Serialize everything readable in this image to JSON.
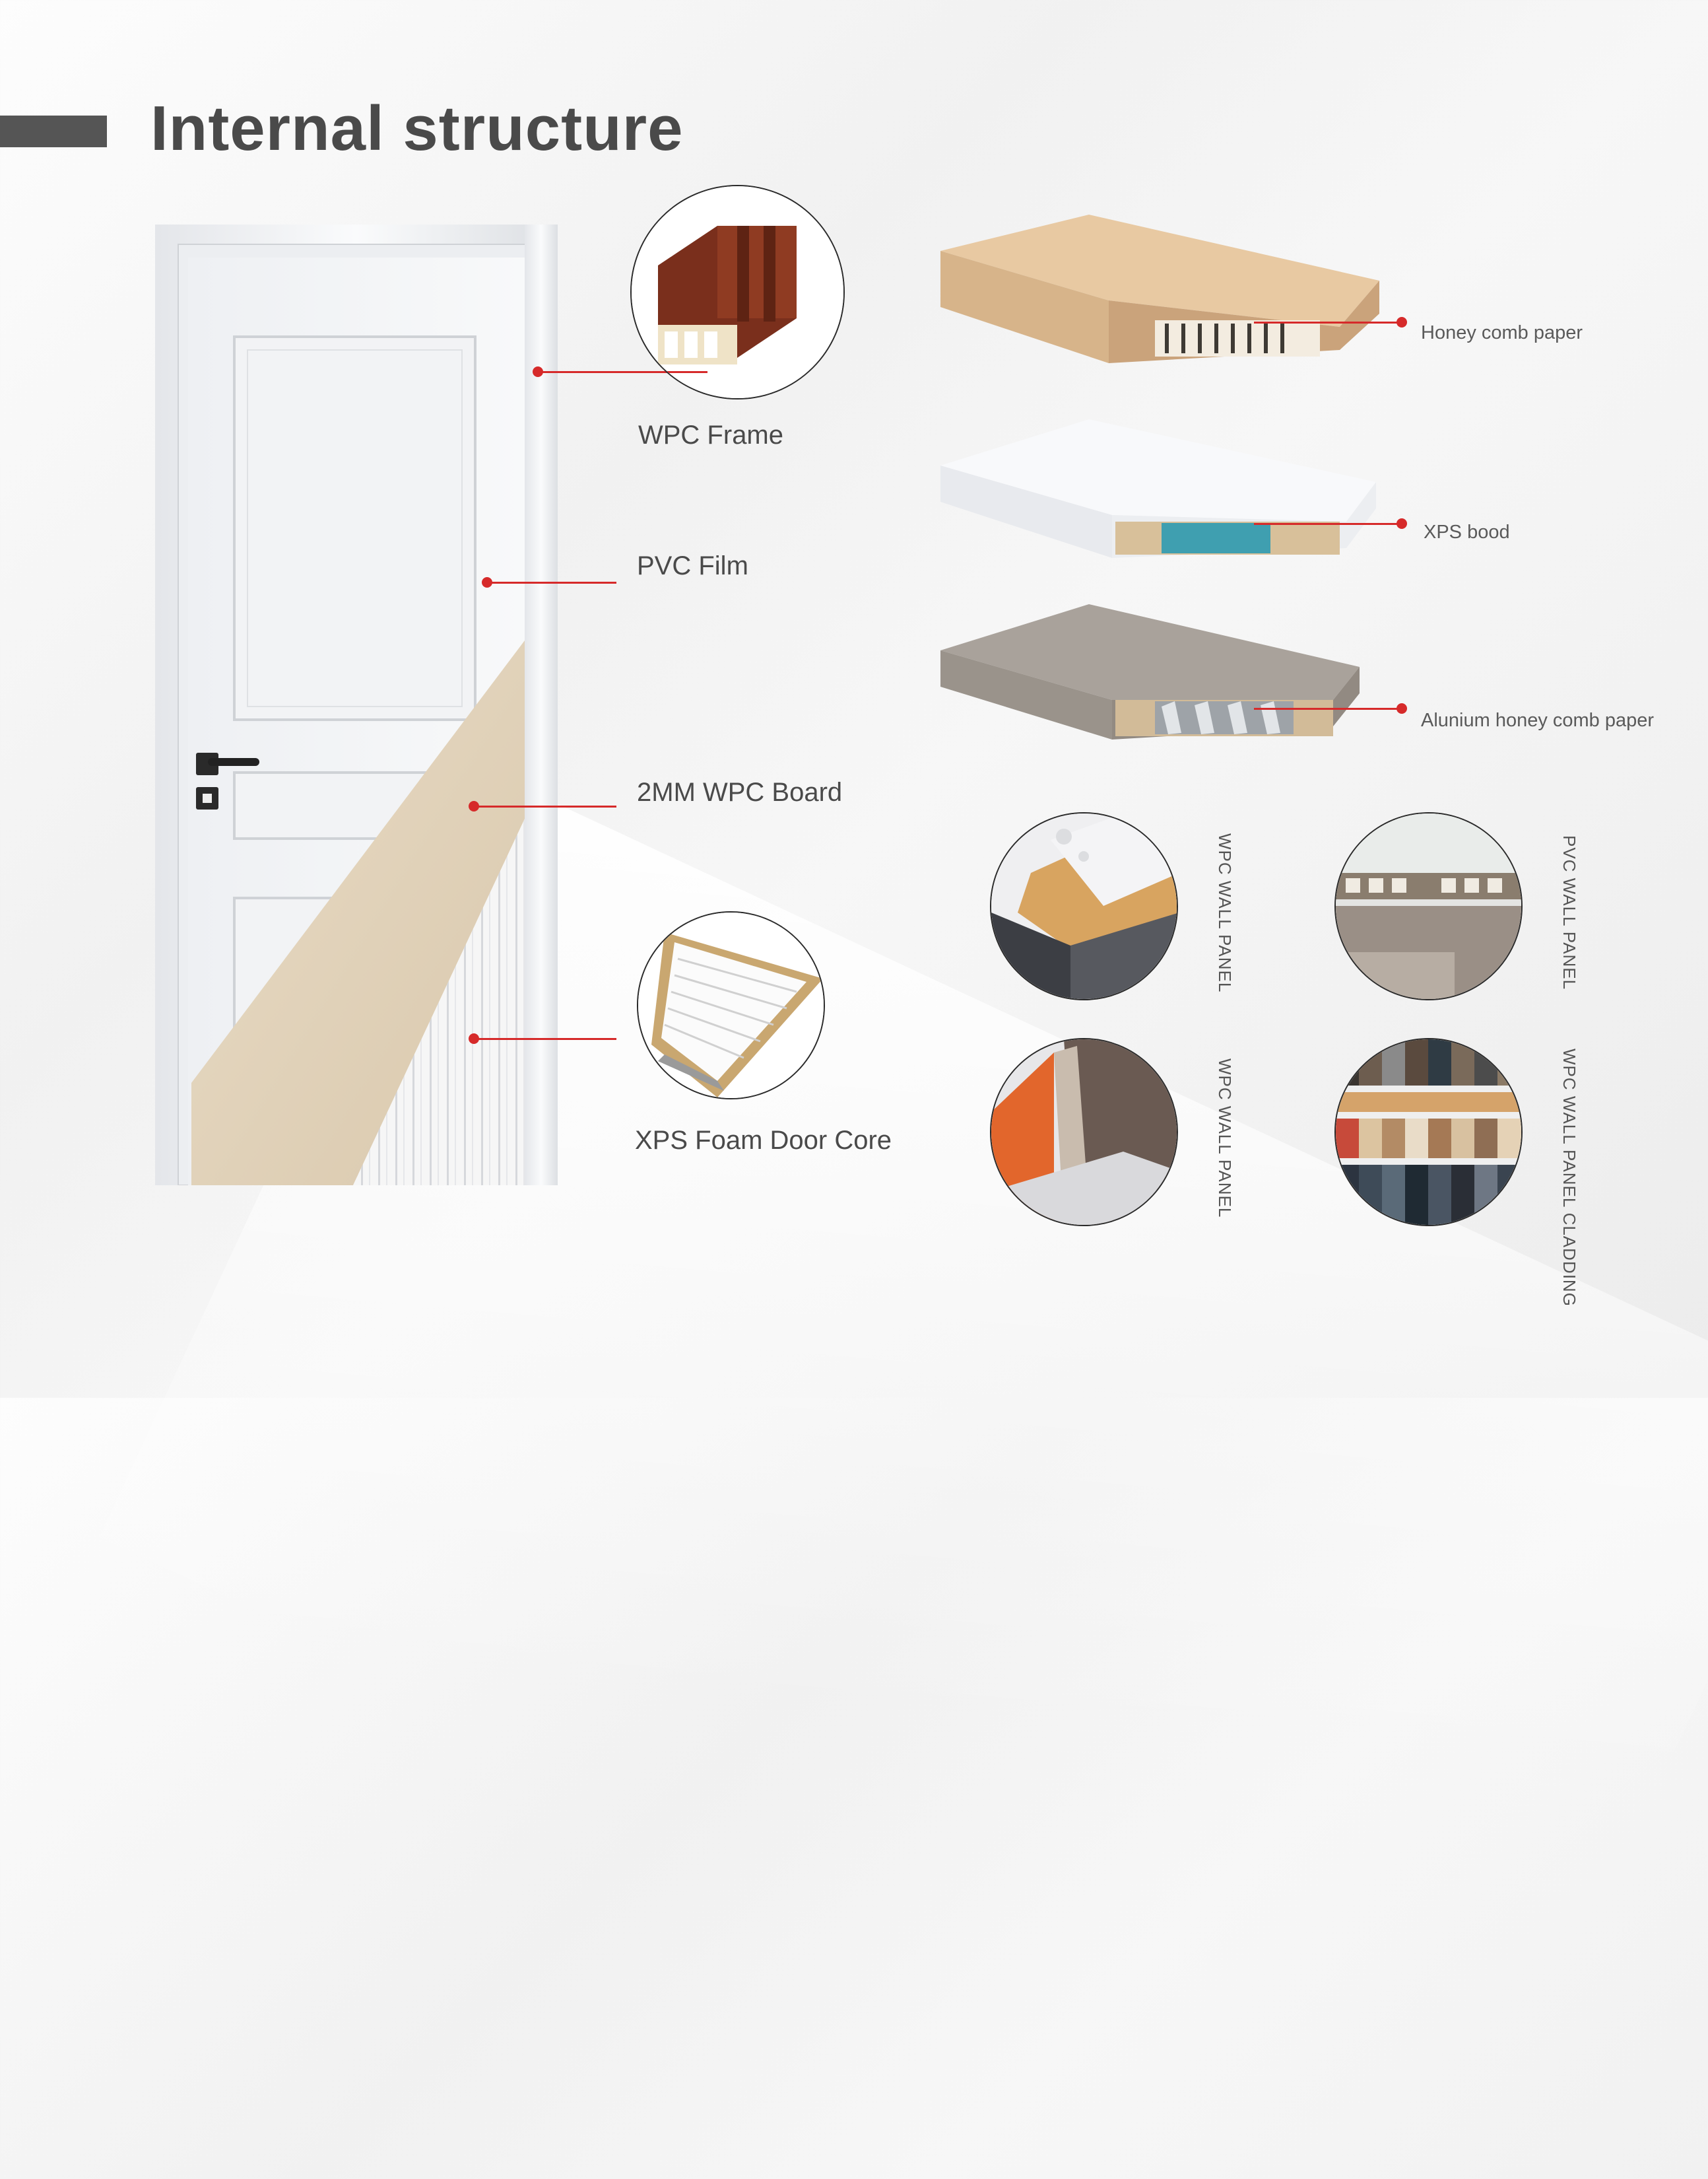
{
  "title": "Internal structure",
  "door_labels": {
    "wpc_frame": "WPC Frame",
    "pvc_film": "PVC Film",
    "wpc_board": "2MM WPC Board",
    "xps_core": "XPS Foam Door Core"
  },
  "slab_labels": {
    "honeycomb": "Honey comb paper",
    "xps": "XPS bood",
    "aluminium": "Alunium honey comb paper"
  },
  "panel_labels": {
    "p1": "WPC WALL PANEL",
    "p2": "PVC WALL PANEL",
    "p3": "WPC WALL PANEL",
    "p4": "WPC WALL PANEL CLADDING"
  },
  "colors": {
    "accent_red": "#d62a2a",
    "title_gray": "#4a4a4a",
    "bar_gray": "#555555"
  }
}
